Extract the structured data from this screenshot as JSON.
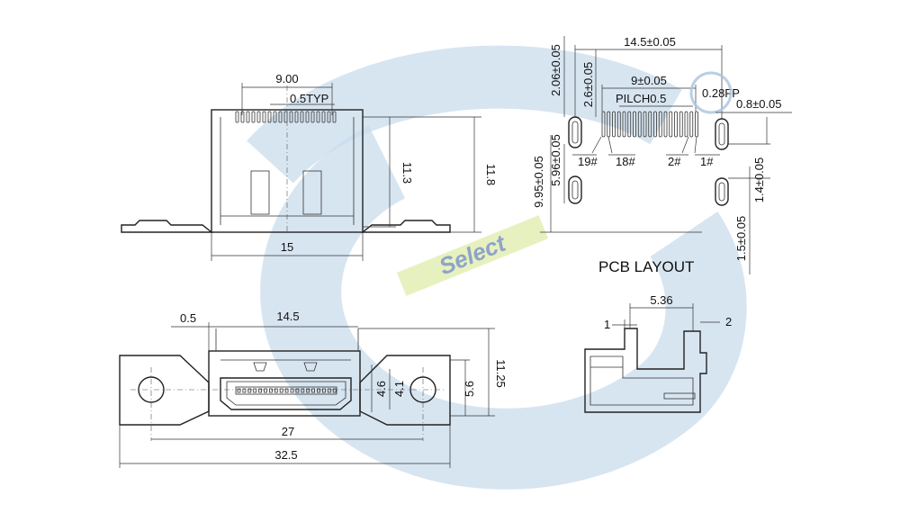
{
  "colors": {
    "watermark_blue": "#c9dcec",
    "watermark_green": "#e4f0b8",
    "watermark_text": "#8fa4c8",
    "line": "#222222"
  },
  "top_view": {
    "d_top": "9.00",
    "d_pitch": "0.5TYP",
    "d_h1": "11.3",
    "d_h2": "11.8",
    "d_width": "15"
  },
  "pcb": {
    "d_total": "14.5±0.05",
    "d_pin_span": "9±0.05",
    "d_pitch": "PILCH0.5",
    "d_fp": "0.28FP",
    "d_pad": "0.8±0.05",
    "d_v1": "2.06±0.05",
    "d_v2": "2.6±0.05",
    "d_v3": "5.96±0.05",
    "d_v4": "9.95±0.05",
    "d_v5": "1.4±0.05",
    "d_v6": "1.5±0.05",
    "pin19": "19#",
    "pin18": "18#",
    "pin2": "2#",
    "pin1": "1#",
    "title": "PCB LAYOUT"
  },
  "front_view": {
    "d_margin": "0.5",
    "d_width": "14.5",
    "d_h_outer": "11.25",
    "d_h_mid": "5.6",
    "d_h_in1": "4.6",
    "d_h_in2": "4.1",
    "d_hole_span": "27",
    "d_total": "32.5"
  },
  "side_view": {
    "d_depth": "5.36",
    "d_left": "1",
    "d_right": "2"
  },
  "watermark": {
    "text": "Select"
  }
}
